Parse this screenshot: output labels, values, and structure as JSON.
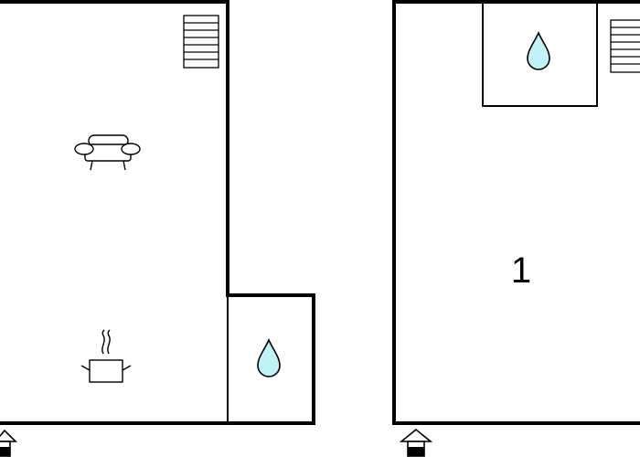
{
  "floors": [
    {
      "rooms": [
        {
          "type": "living-room",
          "icon": "sofa-icon"
        },
        {
          "type": "kitchen",
          "icon": "cooking-pot-icon"
        },
        {
          "type": "bathroom",
          "icon": "water-drop-icon"
        }
      ],
      "features": [
        "staircase-icon",
        "entrance-icon"
      ]
    },
    {
      "rooms": [
        {
          "type": "bedroom",
          "label": "1"
        },
        {
          "type": "bathroom",
          "icon": "water-drop-icon"
        }
      ],
      "features": [
        "staircase-icon",
        "entrance-icon"
      ]
    }
  ],
  "colors": {
    "wall": "#000000",
    "water": "#bff3f7",
    "background": "#ffffff"
  }
}
